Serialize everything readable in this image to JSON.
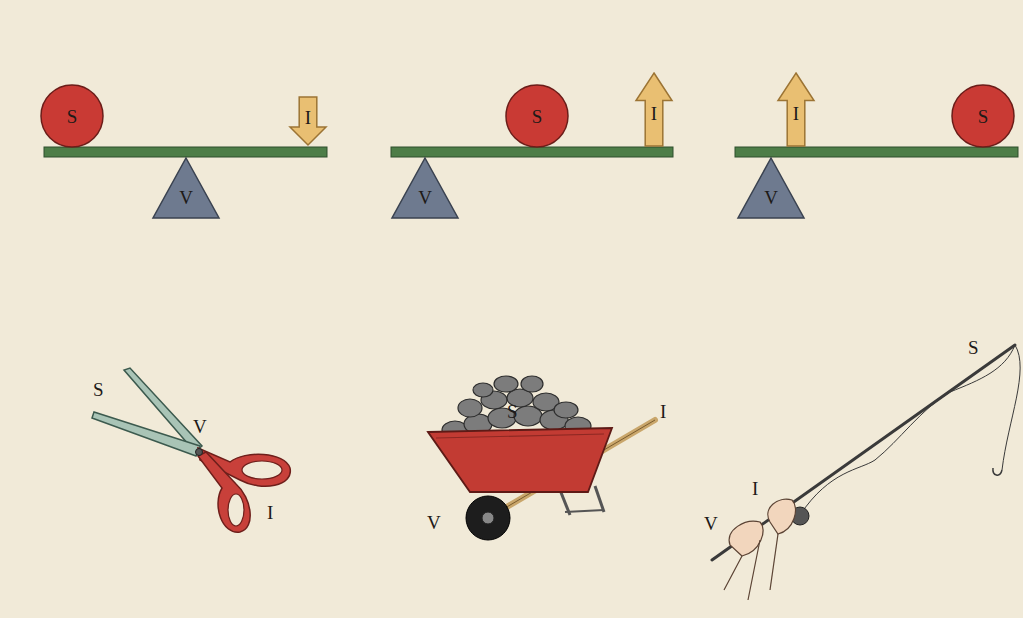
{
  "diagram": {
    "nodes": [
      {
        "text": [
          "S"
        ]
      },
      {
        "text": [
          "I"
        ]
      },
      {
        "text": [
          "V"
        ]
      },
      {
        "text": [
          "S"
        ]
      },
      {
        "text": [
          "I"
        ]
      },
      {
        "text": [
          "V"
        ]
      },
      {
        "text": [
          "I"
        ]
      },
      {
        "text": [
          "S"
        ]
      },
      {
        "text": [
          "V"
        ]
      }
    ],
    "labels": [
      "S",
      "V",
      "I",
      "S",
      "I",
      "V",
      "S",
      "I",
      "V"
    ]
  }
}
